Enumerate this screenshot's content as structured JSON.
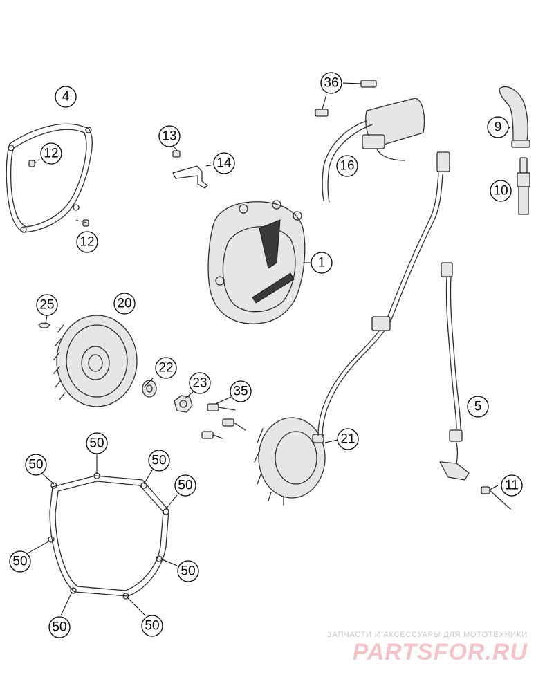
{
  "callouts": [
    {
      "id": "c4",
      "label": "4"
    },
    {
      "id": "c12a",
      "label": "12"
    },
    {
      "id": "c12b",
      "label": "12"
    },
    {
      "id": "c13",
      "label": "13"
    },
    {
      "id": "c14",
      "label": "14"
    },
    {
      "id": "c36",
      "label": "36"
    },
    {
      "id": "c16",
      "label": "16"
    },
    {
      "id": "c9",
      "label": "9"
    },
    {
      "id": "c10",
      "label": "10"
    },
    {
      "id": "c1",
      "label": "1"
    },
    {
      "id": "c25",
      "label": "25"
    },
    {
      "id": "c20",
      "label": "20"
    },
    {
      "id": "c22",
      "label": "22"
    },
    {
      "id": "c23",
      "label": "23"
    },
    {
      "id": "c35",
      "label": "35"
    },
    {
      "id": "c21",
      "label": "21"
    },
    {
      "id": "c5",
      "label": "5"
    },
    {
      "id": "c11",
      "label": "11"
    },
    {
      "id": "c50a",
      "label": "50"
    },
    {
      "id": "c50b",
      "label": "50"
    },
    {
      "id": "c50c",
      "label": "50"
    },
    {
      "id": "c50d",
      "label": "50"
    },
    {
      "id": "c50e",
      "label": "50"
    },
    {
      "id": "c50f",
      "label": "50"
    },
    {
      "id": "c50g",
      "label": "50"
    },
    {
      "id": "c50h",
      "label": "50"
    }
  ],
  "watermark": {
    "tagline": "ЗАПЧАСТИ И АКСЕССУАРЫ ДЛЯ МОТОТЕХНИКИ",
    "brand": "PARTSFOR.RU"
  }
}
